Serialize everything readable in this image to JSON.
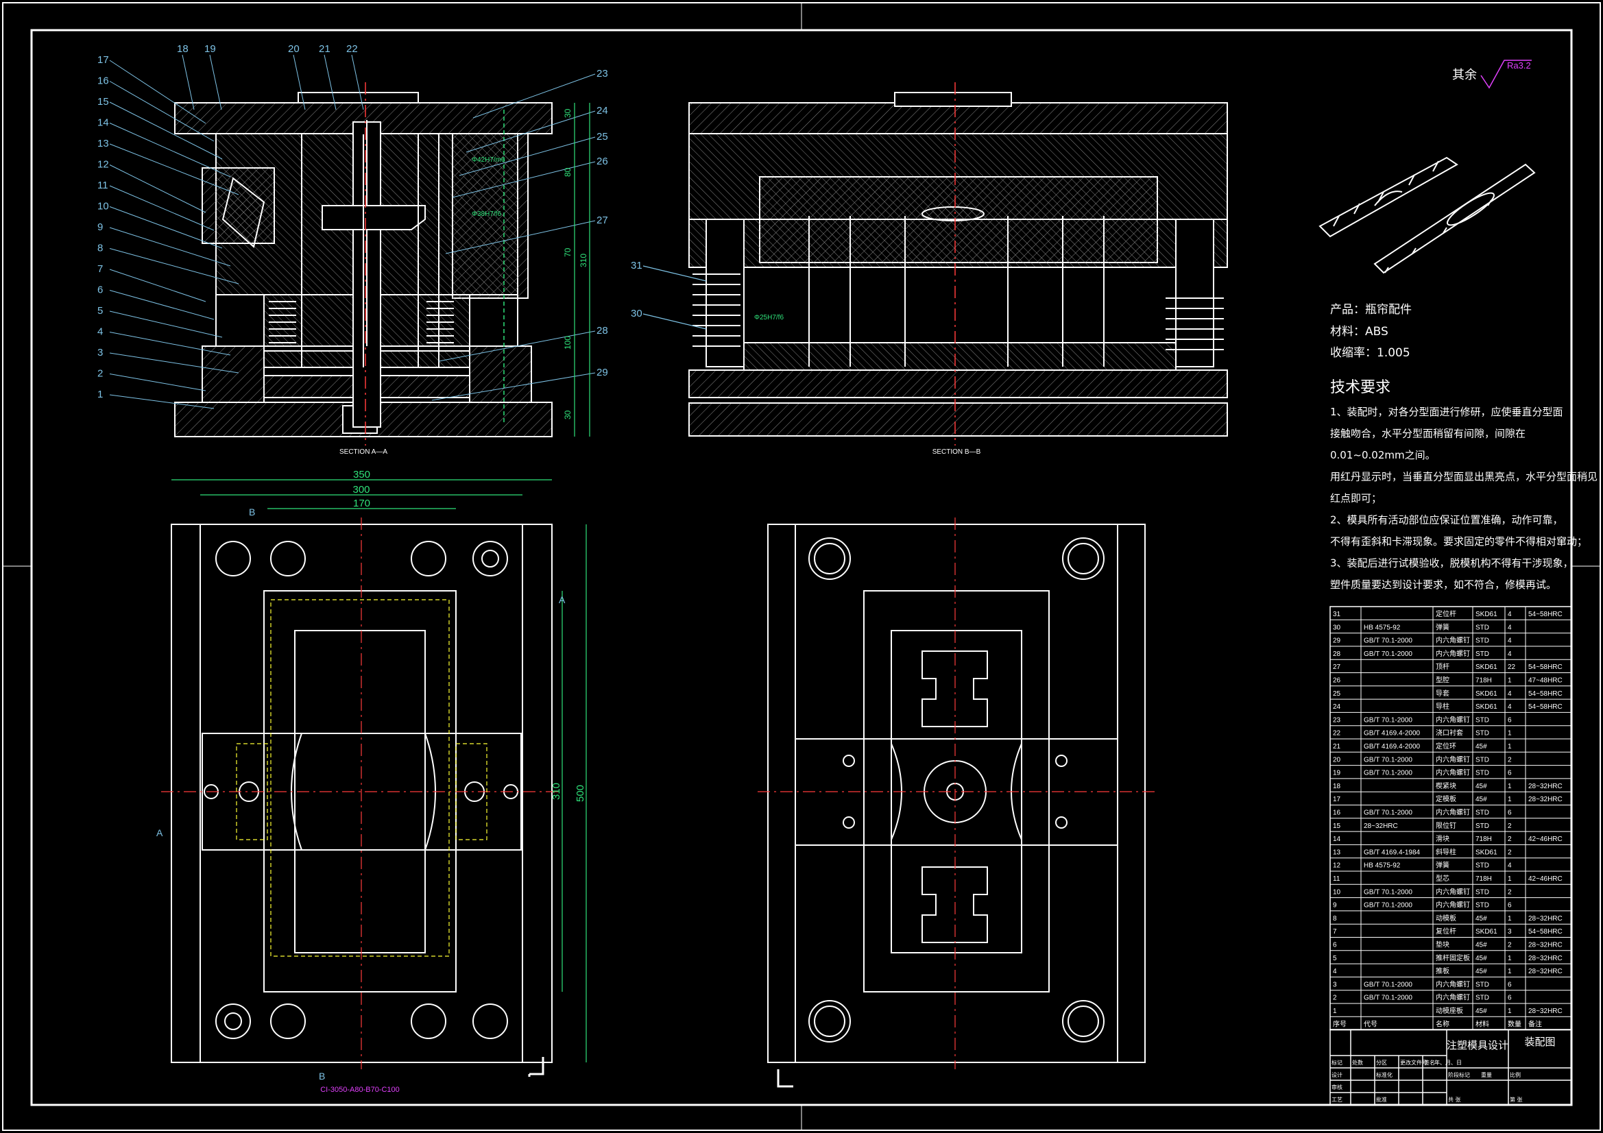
{
  "colors": {
    "background": "#000000",
    "lines": "#ffffff",
    "leader": "#7ec3e6",
    "dimension": "#2fe27a",
    "center": "#ff3b3b",
    "hidden": "#ffff33",
    "note": "#e040fb"
  },
  "section_a": {
    "title": "SECTION A—A",
    "callouts_left": [
      "17",
      "16",
      "15",
      "14",
      "13",
      "12",
      "11",
      "10",
      "9",
      "8",
      "7",
      "6",
      "5",
      "4",
      "3",
      "2",
      "1"
    ],
    "callouts_top": [
      "18",
      "19",
      "20",
      "21",
      "22"
    ],
    "callouts_right": [
      "23",
      "24",
      "25",
      "26",
      "27",
      "28",
      "29"
    ],
    "dims_right": [
      "30",
      "80",
      "70",
      "310",
      "100",
      "30"
    ],
    "fits": [
      "Φ42H7/m6",
      "Φ38H7/f6"
    ]
  },
  "section_b": {
    "title": "SECTION B—B",
    "callouts": [
      "31",
      "30"
    ],
    "fit": "Φ25H7/f6"
  },
  "plan_view": {
    "dims_top": [
      "350",
      "300",
      "170"
    ],
    "dims_right": [
      "310",
      "500"
    ],
    "section_label_b_top": "B",
    "section_label_b_bottom": "B",
    "section_label_a_left": "A",
    "section_label_a_right": "A",
    "spec": "CI-3050-A80-B70-C100"
  },
  "roughness": {
    "label": "其余",
    "value": "Ra3.2"
  },
  "product_info": [
    "产品：瓶帘配件",
    "材料：ABS",
    "收缩率：1.005"
  ],
  "tech_requirements": {
    "title": "技术要求",
    "lines": [
      "1、装配时，对各分型面进行修研，应使垂直分型面",
      "接触吻合，水平分型面稍留有间隙，间隙在",
      "0.01~0.02mm之间。",
      "用红丹显示时，当垂直分型面显出黑亮点，水平分型面稍见",
      "红点即可；",
      "2、模具所有活动部位应保证位置准确，动作可靠，",
      "不得有歪斜和卡滞现象。要求固定的零件不得相对窜动；",
      "3、装配后进行试模验收，脱模机构不得有干涉现象，",
      "塑件质量要达到设计要求，如不符合，修模再试。"
    ]
  },
  "bom": {
    "rows": [
      [
        "31",
        "",
        "定位杆",
        "SKD61",
        "4",
        "54~58HRC"
      ],
      [
        "30",
        "HB 4575-92",
        "弹簧",
        "STD",
        "4",
        ""
      ],
      [
        "29",
        "GB/T 70.1-2000",
        "内六角螺钉",
        "STD",
        "4",
        ""
      ],
      [
        "28",
        "GB/T 70.1-2000",
        "内六角螺钉",
        "STD",
        "4",
        ""
      ],
      [
        "27",
        "",
        "顶杆",
        "SKD61",
        "22",
        "54~58HRC"
      ],
      [
        "26",
        "",
        "型腔",
        "718H",
        "1",
        "47~48HRC"
      ],
      [
        "25",
        "",
        "导套",
        "SKD61",
        "4",
        "54~58HRC"
      ],
      [
        "24",
        "",
        "导柱",
        "SKD61",
        "4",
        "54~58HRC"
      ],
      [
        "23",
        "GB/T 70.1-2000",
        "内六角螺钉",
        "STD",
        "6",
        ""
      ],
      [
        "22",
        "GB/T 4169.4-2000",
        "浇口衬套",
        "STD",
        "1",
        ""
      ],
      [
        "21",
        "GB/T 4169.4-2000",
        "定位环",
        "45#",
        "1",
        ""
      ],
      [
        "20",
        "GB/T 70.1-2000",
        "内六角螺钉",
        "STD",
        "2",
        ""
      ],
      [
        "19",
        "GB/T 70.1-2000",
        "内六角螺钉",
        "STD",
        "6",
        ""
      ],
      [
        "18",
        "",
        "楔紧块",
        "45#",
        "1",
        "28~32HRC"
      ],
      [
        "17",
        "",
        "定模板",
        "45#",
        "1",
        "28~32HRC"
      ],
      [
        "16",
        "GB/T 70.1-2000",
        "内六角螺钉",
        "STD",
        "6",
        ""
      ],
      [
        "15",
        "28~32HRC",
        "限位钉",
        "STD",
        "2",
        ""
      ],
      [
        "14",
        "",
        "滑块",
        "718H",
        "2",
        "42~46HRC"
      ],
      [
        "13",
        "GB/T 4169.4-1984",
        "斜导柱",
        "SKD61",
        "2",
        ""
      ],
      [
        "12",
        "HB 4575-92",
        "弹簧",
        "STD",
        "4",
        ""
      ],
      [
        "11",
        "",
        "型芯",
        "718H",
        "1",
        "42~46HRC"
      ],
      [
        "10",
        "GB/T 70.1-2000",
        "内六角螺钉",
        "STD",
        "2",
        ""
      ],
      [
        "9",
        "GB/T 70.1-2000",
        "内六角螺钉",
        "STD",
        "6",
        ""
      ],
      [
        "8",
        "",
        "动模板",
        "45#",
        "1",
        "28~32HRC"
      ],
      [
        "7",
        "",
        "复位杆",
        "SKD61",
        "3",
        "54~58HRC"
      ],
      [
        "6",
        "",
        "垫块",
        "45#",
        "2",
        "28~32HRC"
      ],
      [
        "5",
        "",
        "推杆固定板",
        "45#",
        "1",
        "28~32HRC"
      ],
      [
        "4",
        "",
        "推板",
        "45#",
        "1",
        "28~32HRC"
      ],
      [
        "3",
        "GB/T 70.1-2000",
        "内六角螺钉",
        "STD",
        "6",
        ""
      ],
      [
        "2",
        "GB/T 70.1-2000",
        "内六角螺钉",
        "STD",
        "6",
        ""
      ],
      [
        "1",
        "",
        "动模座板",
        "45#",
        "1",
        "28~32HRC"
      ]
    ],
    "header": [
      "序号",
      "代号",
      "名称",
      "材料",
      "数量",
      "备注"
    ]
  },
  "title_block": {
    "design_title": "注塑模具设计",
    "drawing_name": "装配图",
    "labels": [
      "标记",
      "处数",
      "分区",
      "更改文件号",
      "签名",
      "年、月、日",
      "设计",
      "标准化",
      "审核",
      "工艺",
      "批准",
      "阶段标记",
      "重量",
      "比例",
      "共 张",
      "第 张"
    ]
  }
}
